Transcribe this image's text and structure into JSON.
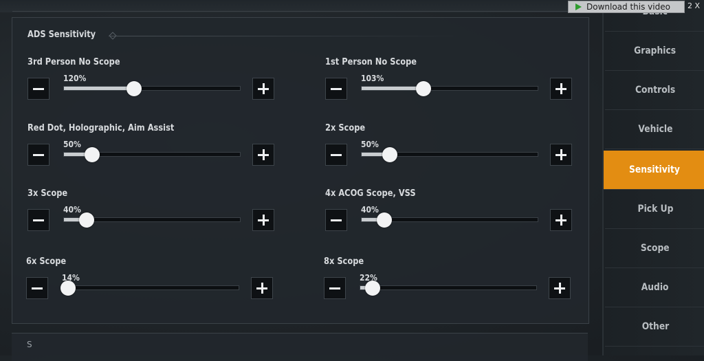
{
  "section": {
    "title": "ADS Sensitivity"
  },
  "settings": [
    {
      "label": "3rd Person No Scope",
      "value": "120%",
      "fraction": 0.4
    },
    {
      "label": "1st Person No Scope",
      "value": "103%",
      "fraction": 0.35
    },
    {
      "label": "Red Dot, Holographic, Aim Assist",
      "value": "50%",
      "fraction": 0.16
    },
    {
      "label": "2x Scope",
      "value": "50%",
      "fraction": 0.16
    },
    {
      "label": "3x Scope",
      "value": "40%",
      "fraction": 0.13
    },
    {
      "label": "4x ACOG Scope, VSS",
      "value": "40%",
      "fraction": 0.13
    },
    {
      "label": "6x Scope",
      "value": "14%",
      "fraction": 0.03
    },
    {
      "label": "8x Scope",
      "value": "22%",
      "fraction": 0.07
    }
  ],
  "next_section_fragment": "S",
  "sidebar": {
    "items": [
      {
        "label": "Basic",
        "active": false
      },
      {
        "label": "Graphics",
        "active": false
      },
      {
        "label": "Controls",
        "active": false
      },
      {
        "label": "Vehicle",
        "active": false
      },
      {
        "label": "Sensitivity",
        "active": true
      },
      {
        "label": "Pick Up",
        "active": false
      },
      {
        "label": "Scope",
        "active": false
      },
      {
        "label": "Audio",
        "active": false
      },
      {
        "label": "Other",
        "active": false
      }
    ]
  },
  "overlay": {
    "download_label": "Download this video",
    "extra": "2 X"
  },
  "colors": {
    "accent": "#e38d12",
    "panel": "#22272c",
    "track_fill": "#c9cdd0"
  },
  "icons": {
    "minus": "minus-icon",
    "plus": "plus-icon",
    "play": "play-icon"
  }
}
